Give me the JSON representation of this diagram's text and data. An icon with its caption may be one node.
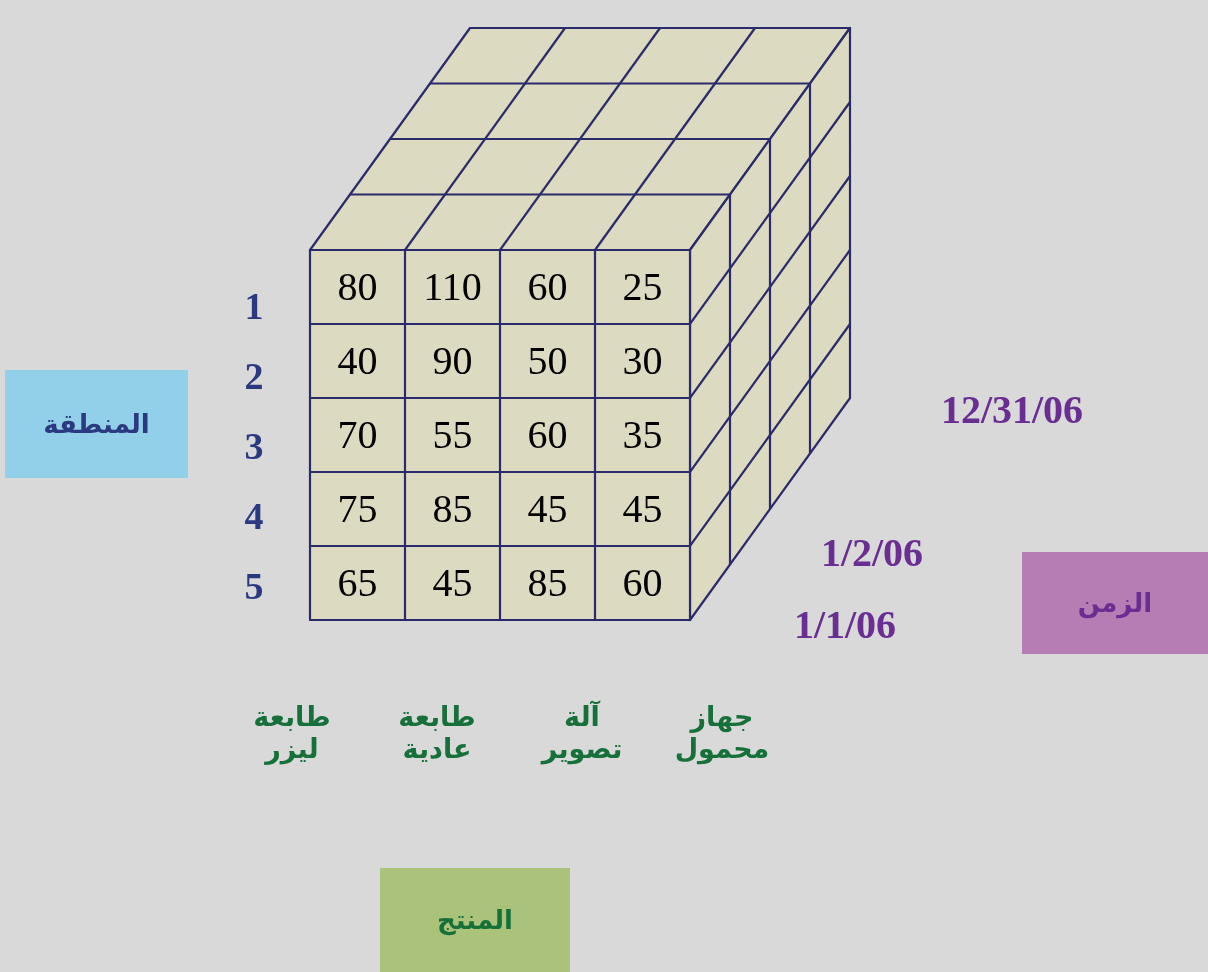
{
  "diagram": {
    "nodes": [
      {
        "text": [
          "المنطقة"
        ]
      },
      {
        "text": [
          "الزمن"
        ]
      },
      {
        "text": [
          "المنتج"
        ]
      }
    ],
    "labels": [
      "1",
      "2",
      "3",
      "4",
      "5",
      "80",
      "110",
      "60",
      "25",
      "40",
      "90",
      "50",
      "30",
      "70",
      "55",
      "60",
      "35",
      "75",
      "85",
      "45",
      "45",
      "65",
      "45",
      "85",
      "60",
      "طابعة ليزر",
      "طابعة عادية",
      "آلة تصوير",
      "جهاز محمول",
      "12/31/06",
      "1/2/06",
      "1/1/06"
    ]
  }
}
